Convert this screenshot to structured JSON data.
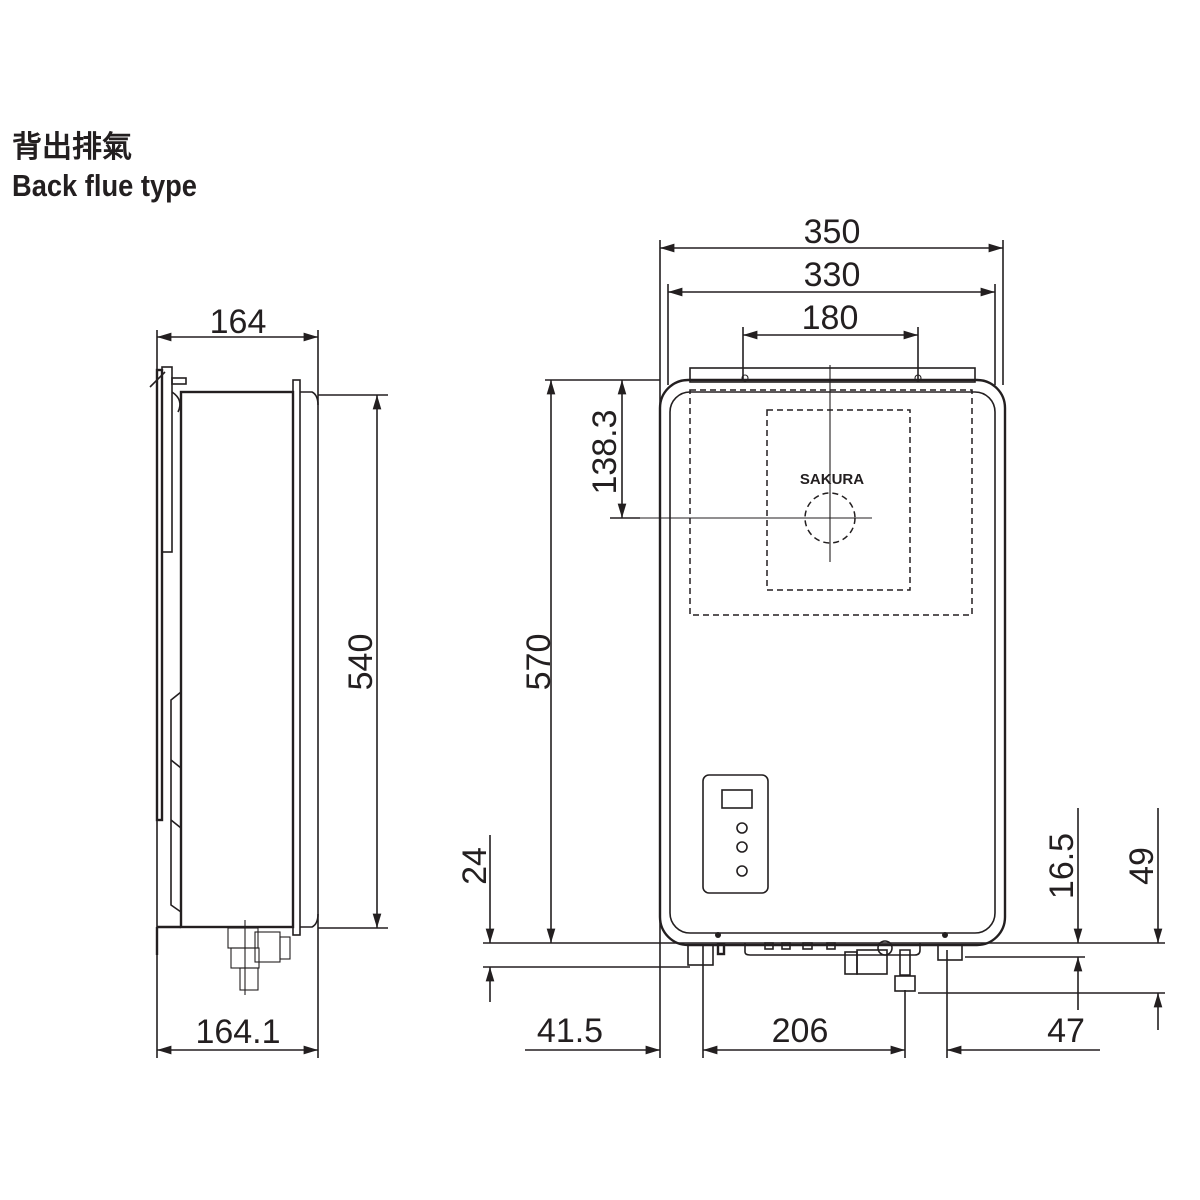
{
  "title": {
    "chinese": "背出排氣",
    "english": "Back flue type"
  },
  "brand_logo": "SAKURA",
  "side_view": {
    "depth_top": "164",
    "depth_bottom": "164.1",
    "height": "540"
  },
  "front_view": {
    "width_overall": "350",
    "width_body": "330",
    "bracket_span": "180",
    "flue_offset": "138.3",
    "height_overall": "570",
    "fitting_left_drop": "24",
    "fitting_right_drop": "16.5",
    "gas_drop": "49",
    "left_offset": "41.5",
    "fitting_span": "206",
    "right_offset": "47"
  }
}
